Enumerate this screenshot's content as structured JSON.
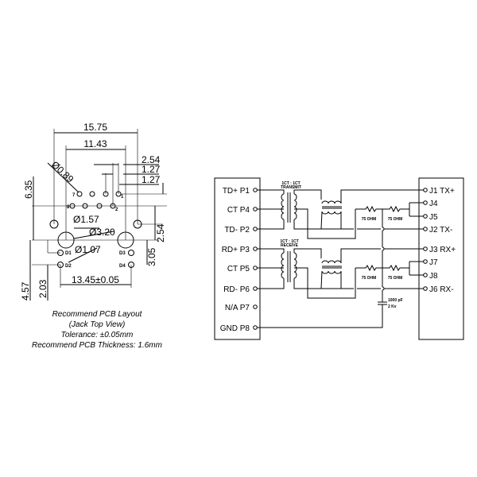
{
  "pcb_layout": {
    "dimensions": {
      "width_overall": "15.75",
      "width_inner": "11.43",
      "pitch_2_54": "2.54",
      "pitch_1_27_a": "1.27",
      "pitch_1_27_b": "1.27",
      "height_6_35": "6.35",
      "height_2_54": "2.54",
      "height_3_05": "3.05",
      "height_4_57": "4.57",
      "height_2_03": "2.03",
      "led_spacing": "13.45±0.05",
      "pin_hole_dia": "Ø0.89",
      "mount_hole_dia": "Ø1.57",
      "boss_hole_dia": "Ø3.20",
      "led_hole_dia": "Ø1.07"
    },
    "pin_labels": {
      "p7": "7",
      "p1": "1",
      "p8": "8",
      "p2": "2"
    },
    "led_labels": {
      "d1": "D1",
      "d2": "D2",
      "d3": "D3",
      "d4": "D4"
    },
    "caption": {
      "line1": "Recommend PCB Layout",
      "line2": "(Jack Top View)",
      "line3": "Tolerance: ±0.05mm",
      "line4": "Recommend PCB Thickness: 1.6mm"
    }
  },
  "schematic": {
    "left_pins": [
      "TD+  P1",
      "CT  P4",
      "TD-  P2",
      "RD+  P3",
      "CT  P5",
      "RD-  P6",
      "N/A  P7",
      "GND  P8"
    ],
    "right_pins": [
      "J1  TX+",
      "J4",
      "J5",
      "J2  TX-",
      "J3  RX+",
      "J7",
      "J8",
      "J6  RX-"
    ],
    "transmit_ratio": "1CT : 1CT",
    "transmit_label": "TRANSMIT",
    "receive_ratio": "1CT : 1CT",
    "receive_label": "RECEIVE",
    "resistor_labels": [
      "75 OHM",
      "75 OHM",
      "75 OHM",
      "75 OHM"
    ],
    "capacitor_value": "1000 pF",
    "capacitor_voltage": "2 Kv"
  }
}
